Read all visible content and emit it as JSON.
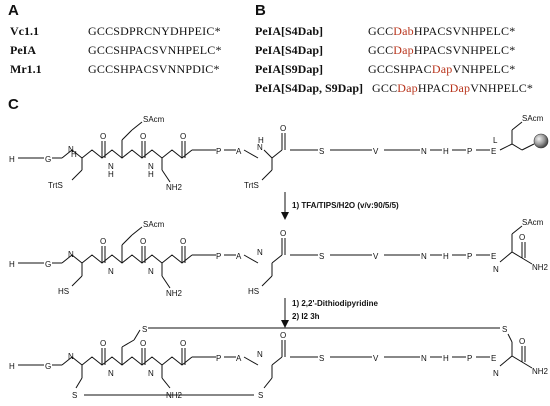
{
  "panels": {
    "a": "A",
    "b": "B",
    "c": "C"
  },
  "panel_a": {
    "rows": [
      {
        "name": "Vc1.1",
        "seq": "GCCSDPRCNYDHPEIC*"
      },
      {
        "name": "PeIA",
        "seq": "GCCSHPACSVNHPELC*"
      },
      {
        "name": "Mr1.1",
        "seq": "GCCSHPACSVNNPDIC*"
      }
    ]
  },
  "panel_b": {
    "rows": [
      {
        "name": "PeIA[S4Dab]",
        "seq": [
          {
            "t": "GCC"
          },
          {
            "t": "Dab",
            "hl": true
          },
          {
            "t": "HPACSVNHPELC*"
          }
        ]
      },
      {
        "name": "PeIA[S4Dap]",
        "seq": [
          {
            "t": "GCC"
          },
          {
            "t": "Dap",
            "hl": true
          },
          {
            "t": "HPACSVNHPELC*"
          }
        ]
      },
      {
        "name": "PeIA[S9Dap]",
        "seq": [
          {
            "t": "GCCSHPAC"
          },
          {
            "t": "Dap",
            "hl": true
          },
          {
            "t": "VNHPELC*"
          }
        ]
      },
      {
        "name": "PeIA[S4Dap, S9Dap]",
        "seq": [
          {
            "t": "GCC"
          },
          {
            "t": "Dap",
            "hl": true
          },
          {
            "t": "HPAC"
          },
          {
            "t": "Dap",
            "hl": true
          },
          {
            "t": "VNHPELC*"
          }
        ]
      }
    ]
  },
  "scheme": {
    "residues": [
      "H",
      "G",
      "P",
      "A",
      "S",
      "V",
      "N",
      "H",
      "P",
      "E",
      "L"
    ],
    "groups": {
      "sacm": "SAcm",
      "trts": "TrtS",
      "nh2": "NH2",
      "hs": "HS",
      "s": "S",
      "h": "H",
      "n": "N",
      "o": "O"
    },
    "step1": "1) TFA/TIPS/H2O (v/v:90/5/5)",
    "step2a": "1) 2,2'-Dithiodipyridine",
    "step2b": "2) I2 3h"
  },
  "colors": {
    "highlight": "#b8341c",
    "resin": "#8a8a8a"
  }
}
